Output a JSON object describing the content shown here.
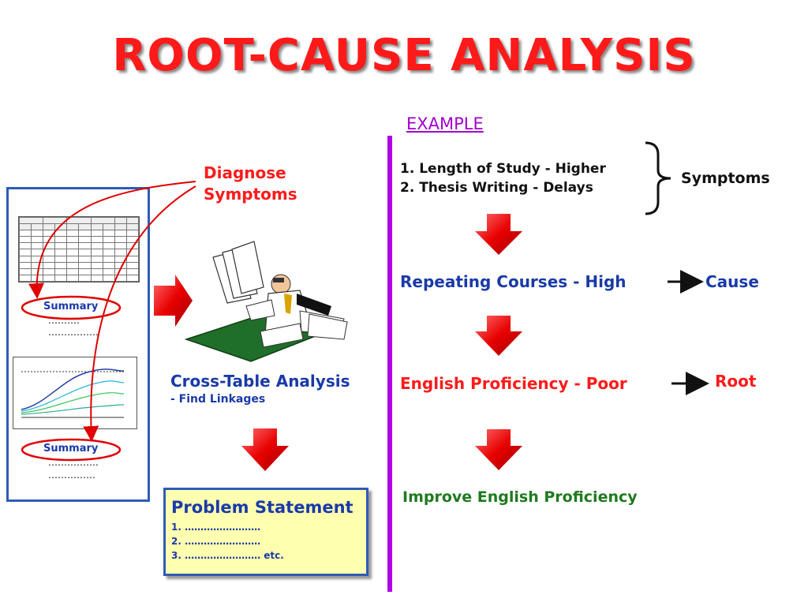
{
  "slide": {
    "title": "ROOT-CAUSE ANALYSIS",
    "example_label": "EXAMPLE"
  },
  "left_panel": {
    "summary_1": "Summary",
    "summary_1_line_1": "……….",
    "summary_1_line_2": "…………….",
    "summary_2": "Summary",
    "summary_2_line_1": "…………….",
    "summary_2_line_2": "……………"
  },
  "middle": {
    "diagnose_line_1": "Diagnose",
    "diagnose_line_2": "Symptoms",
    "analysis_title": "Cross-Table Analysis",
    "analysis_sub": "- Find Linkages",
    "problem_statement": {
      "title": "Problem Statement",
      "items": [
        "1. ……………………",
        "2. ……………………",
        "3. …………………… etc."
      ]
    }
  },
  "example": {
    "symptoms": [
      "1. Length of Study - Higher",
      "2. Thesis Writing - Delays"
    ],
    "symptoms_label": "Symptoms",
    "cause_text": "Repeating Courses - High",
    "cause_label": "Cause",
    "root_text": "English Proficiency - Poor",
    "root_label": "Root",
    "solution_text": "Improve English Proficiency"
  },
  "colors": {
    "title_red": "#ff1a1a",
    "accent_purple": "#b000e8",
    "link_blue": "#1a3aa8",
    "solution_green": "#1f7a1f",
    "problem_box_fill": "#ffffb0"
  },
  "icons": {
    "flow_arrow": "red-down-arrow-icon",
    "pointer_arrow": "black-right-arrow-icon",
    "bracket": "right-curly-brace-icon",
    "illustration": "worker-with-papers-illustration"
  }
}
